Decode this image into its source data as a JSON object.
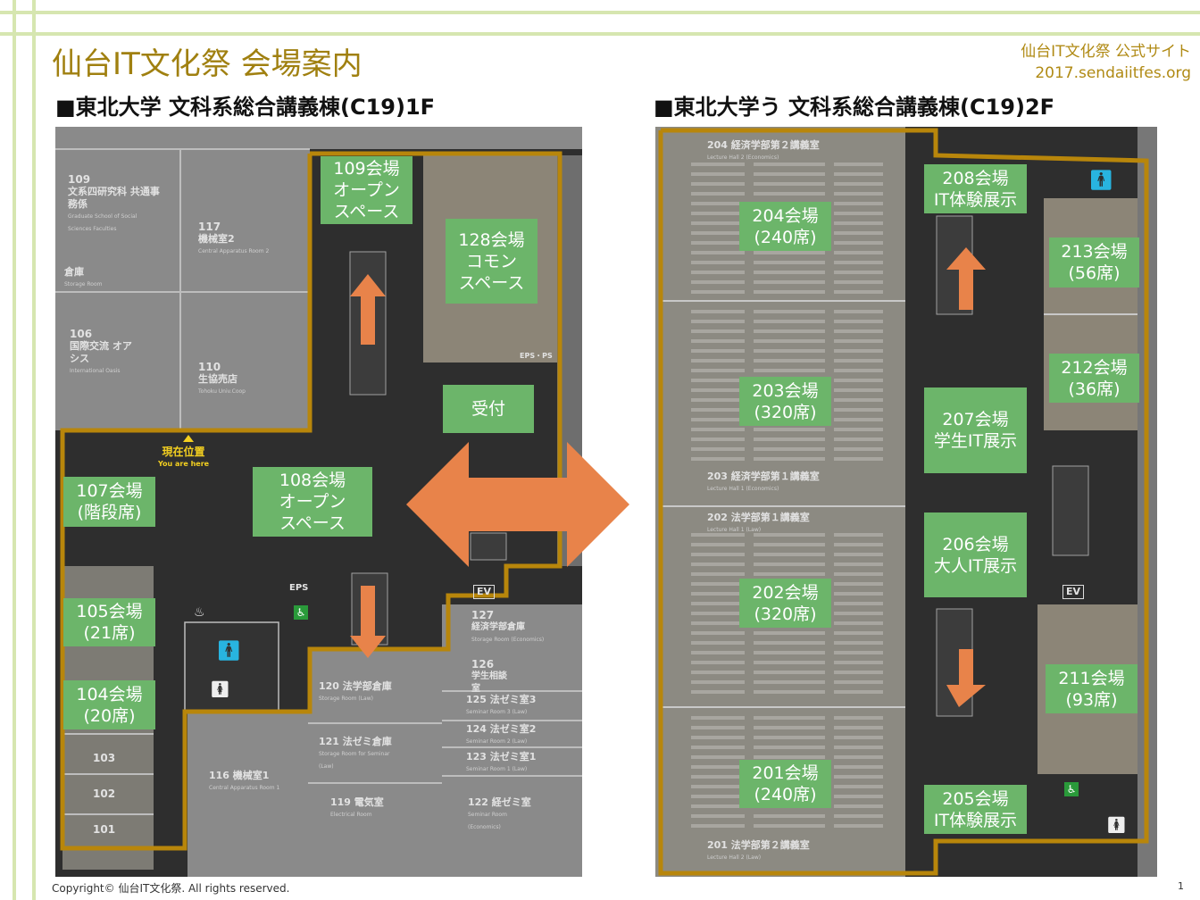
{
  "page": {
    "title": "仙台IT文化祭 会場案内",
    "site_name": "仙台IT文化祭 公式サイト",
    "site_url": "2017.sendaiitfes.org",
    "footer": "Copyright© 仙台IT文化祭. All rights reserved.",
    "page_number": "1"
  },
  "floor1": {
    "heading": "■東北大学 文科系総合講義棟(C19)1F",
    "you_are_here": "現在位置",
    "you_are_here_en": "You are here",
    "labels": {
      "v109": [
        "109会場",
        "オープン",
        "スペース"
      ],
      "v128": [
        "128会場",
        "コモン",
        "スペース"
      ],
      "reception": "受付",
      "v108": [
        "108会場",
        "オープン",
        "スペース"
      ],
      "v107": [
        "107会場",
        "(階段席)"
      ],
      "v105": [
        "105会場",
        "(21席)"
      ],
      "v104": [
        "104会場",
        "(20席)"
      ]
    },
    "rooms": {
      "r109": "109",
      "r109_name": "文系四研究科 共通事務係",
      "r109_en": "Graduate School of Social Sciences Faculties",
      "r117": "117",
      "r117_name": "機械室2",
      "r117_en": "Central Apparatus Room 2",
      "storage": "倉庫",
      "storage_en": "Storage Room",
      "r106": "106",
      "r106_name": "国際交流 オアシス",
      "r106_en": "International Oasis",
      "r110": "110",
      "r110_name": "生協売店",
      "r110_en": "Tohoku Univ.Coop",
      "eps_ps": "EPS・PS",
      "eps": "EPS",
      "ev": "EV",
      "r127": "127",
      "r127_name": "経済学部倉庫",
      "r127_en": "Storage Room (Economics)",
      "r126": "126",
      "r126_name": "学生相談室",
      "r120": "120 法学部倉庫",
      "r120_en": "Storage Room (Law)",
      "r125": "125 法ゼミ室3",
      "r125_en": "Seminar Room 3 (Law)",
      "r121": "121 法ゼミ倉庫",
      "r121_en": "Storage Room for Seminar (Law)",
      "r124": "124 法ゼミ室2",
      "r124_en": "Seminar Room 2 (Law)",
      "r123": "123 法ゼミ室1",
      "r123_en": "Seminar Room 1 (Law)",
      "r116": "116 機械室1",
      "r116_en": "Central Apparatus Room 1",
      "r119": "119 電気室",
      "r119_en": "Electrical Room",
      "r122": "122 経ゼミ室",
      "r122_en": "Seminar Room (Economics)",
      "r103": "103",
      "r102": "102",
      "r101": "101"
    }
  },
  "floor2": {
    "heading": "■東北大学う 文科系総合講義棟(C19)2F",
    "labels": {
      "v204": [
        "204会場",
        "(240席)"
      ],
      "v203": [
        "203会場",
        "(320席)"
      ],
      "v202": [
        "202会場",
        "(320席)"
      ],
      "v201": [
        "201会場",
        "(240席)"
      ],
      "v208": [
        "208会場",
        "IT体験展示"
      ],
      "v207": [
        "207会場",
        "学生IT展示"
      ],
      "v206": [
        "206会場",
        "大人IT展示"
      ],
      "v205": [
        "205会場",
        "IT体験展示"
      ],
      "v213": [
        "213会場",
        "(56席)"
      ],
      "v212": [
        "212会場",
        "(36席)"
      ],
      "v211": [
        "211会場",
        "(93席)"
      ]
    },
    "rooms": {
      "h204": "204  経済学部第２講義室",
      "h204_en": "Lecture Hall 2 (Economics)",
      "h203": "203  経済学部第１講義室",
      "h203_en": "Lecture Hall 1 (Economics)",
      "h202": "202  法学部第１講義室",
      "h202_en": "Lecture Hall 1 (Law)",
      "h201": "201  法学部第２講義室",
      "h201_en": "Lecture Hall 2 (Law)",
      "ev": "EV"
    }
  },
  "colors": {
    "label_green": "#6cb56a",
    "route_outline": "#b8860b",
    "arrow_orange": "#e8834a",
    "title_gold": "#a08010",
    "map_dark": "#2c2c2c",
    "map_room": "#8e8e8e"
  }
}
